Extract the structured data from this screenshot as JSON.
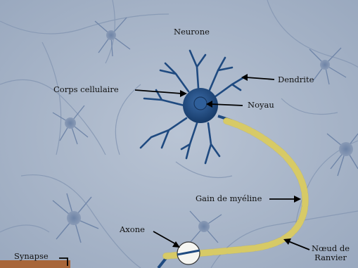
{
  "title": "Neurone",
  "labels": {
    "dendrite": "Dendrite",
    "cell_body": "Corps cellulaire",
    "nucleus": "Noyau",
    "myelin_sheath": "Gain de myéline",
    "axon": "Axone",
    "node_of_ranvier": "Nœud de Ranvier",
    "synapse": "Synapse"
  },
  "colors": {
    "background": "#aab6c9",
    "neuron": "#1f4a80",
    "myelin": "#f2e88e",
    "synapse_terminal": "#a8663a"
  }
}
